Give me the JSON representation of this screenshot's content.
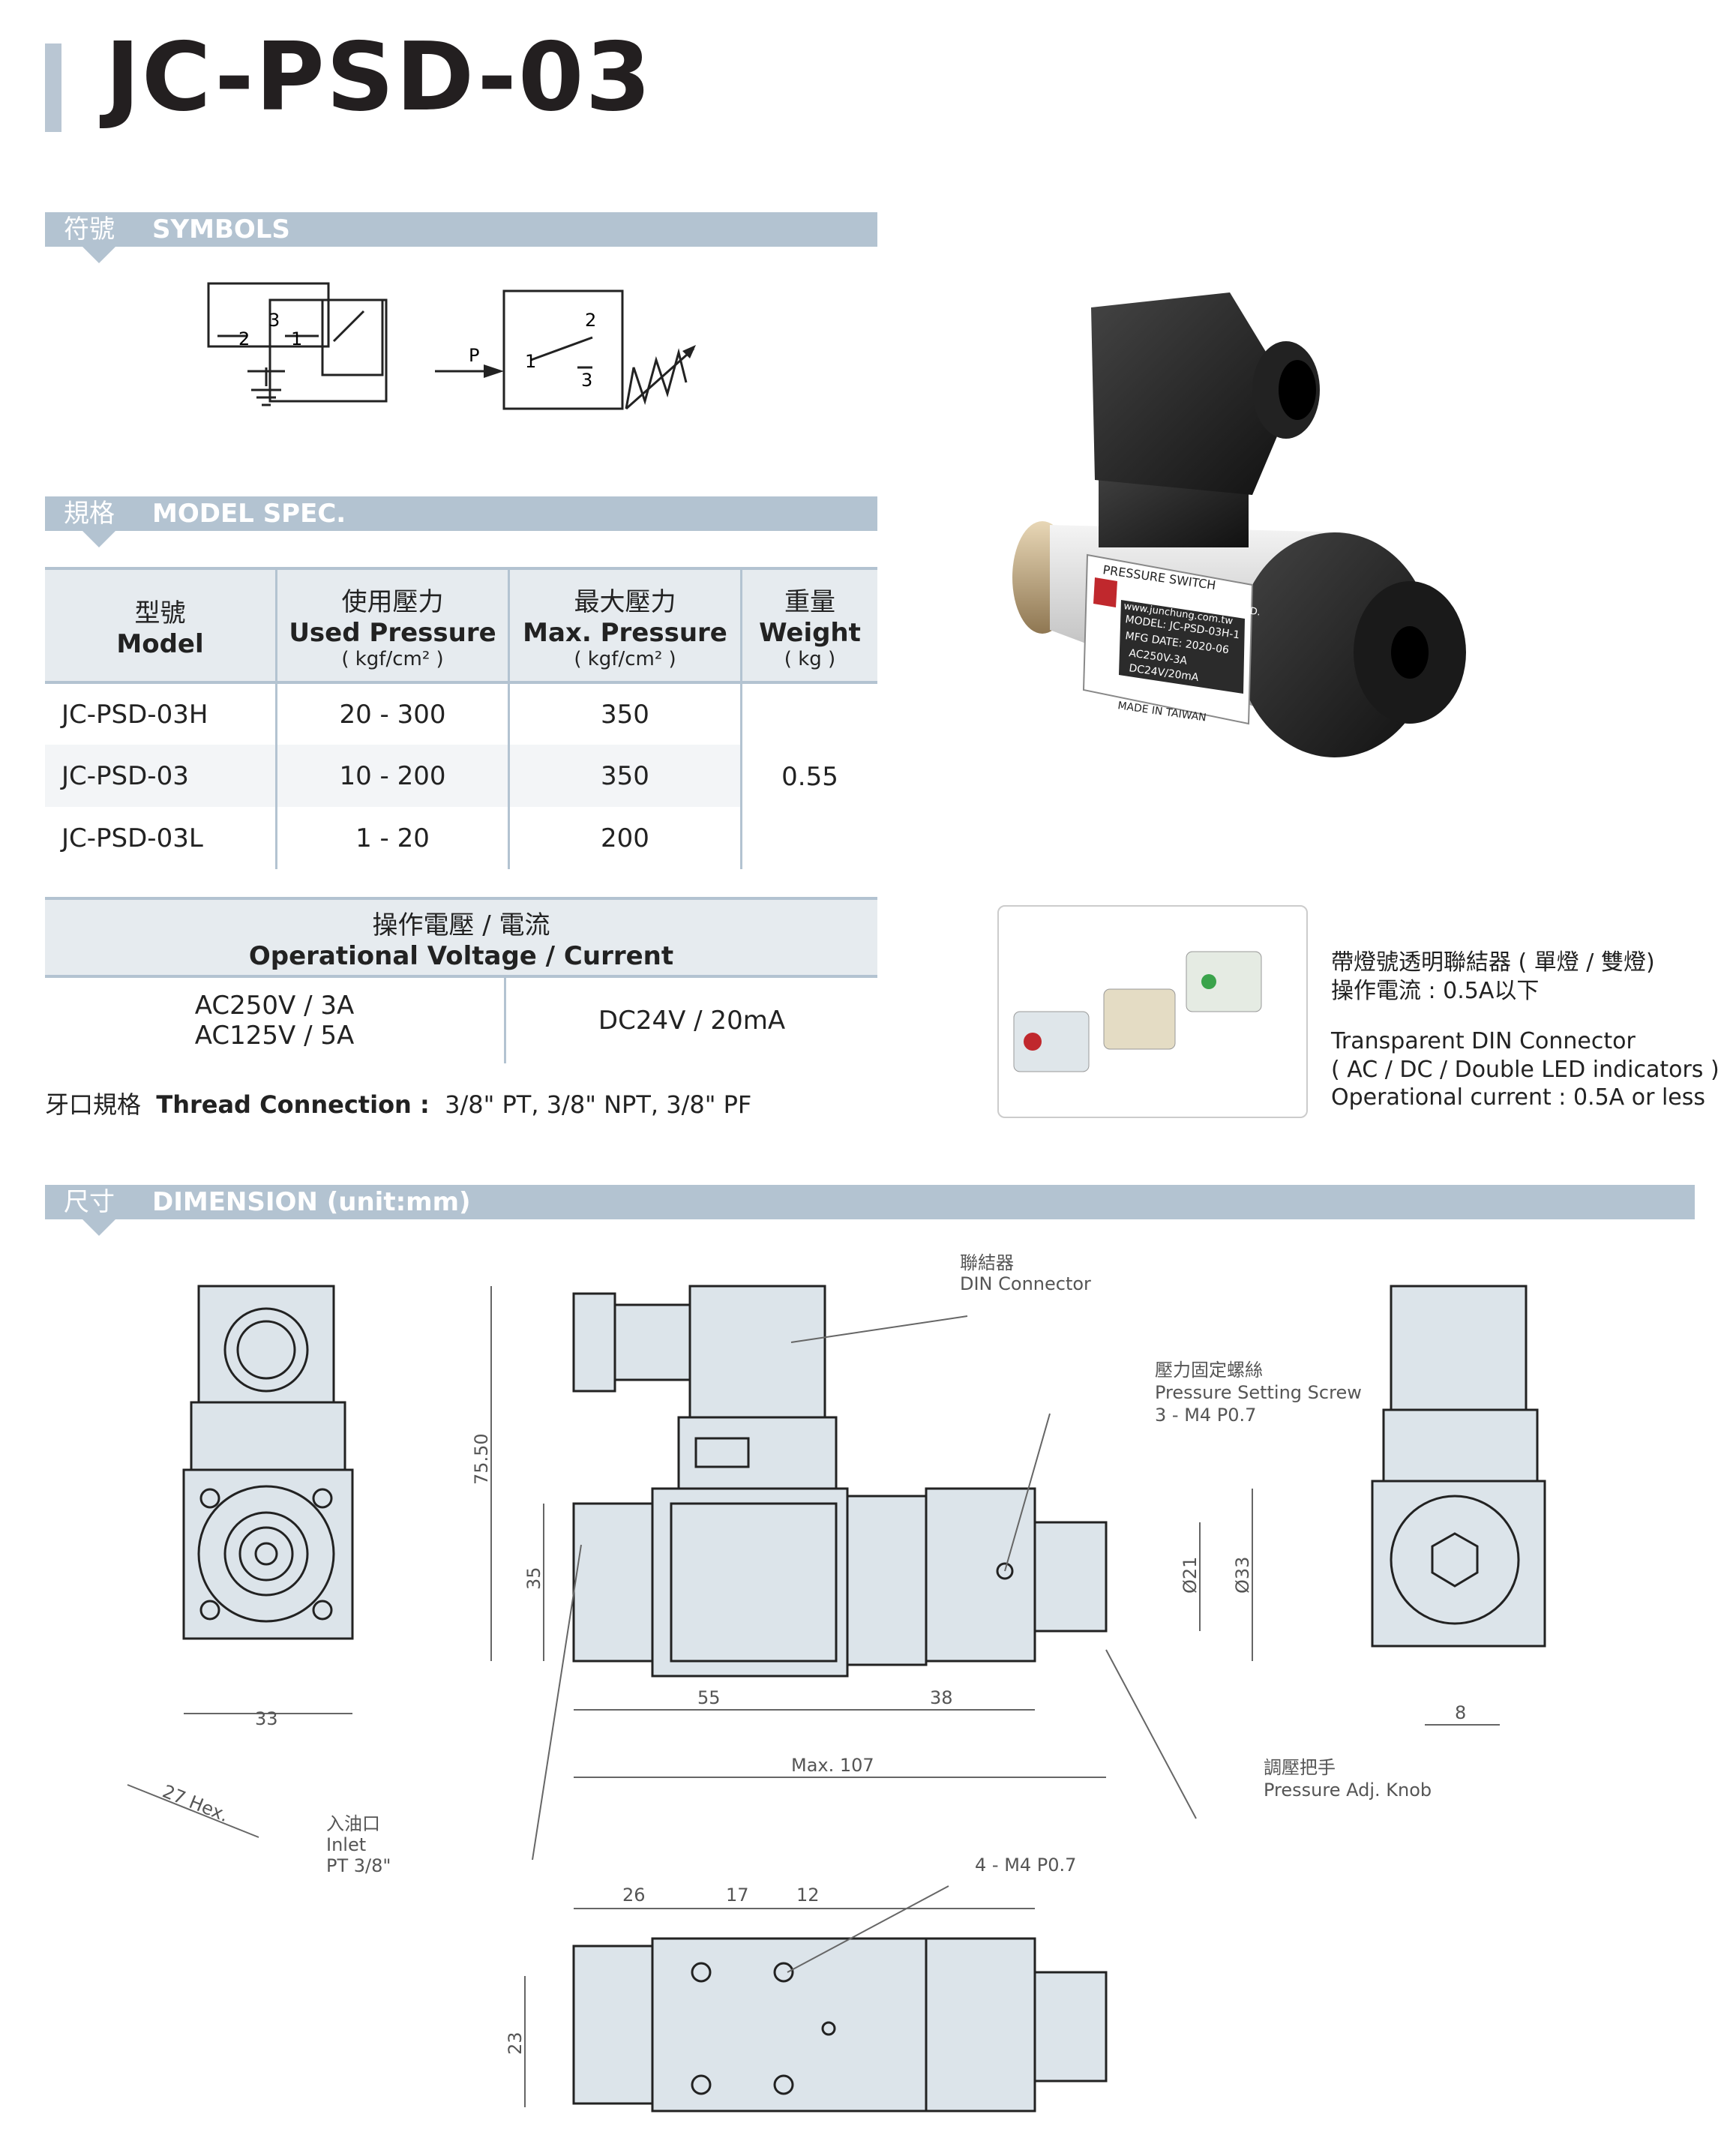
{
  "title": "JC-PSD-03",
  "sections": {
    "symbols": {
      "cn": "符號",
      "en": "SYMBOLS"
    },
    "model_spec": {
      "cn": "規格",
      "en": "MODEL SPEC."
    },
    "dimension": {
      "cn": "尺寸",
      "en": "DIMENSION (unit:mm)"
    }
  },
  "symbol_labels": {
    "t3": "3",
    "t2": "2",
    "t1": "1",
    "p": "P",
    "s1": "1",
    "s2": "2",
    "s3": "3"
  },
  "spec_table": {
    "headers": [
      {
        "cn": "型號",
        "en": "Model",
        "unit": ""
      },
      {
        "cn": "使用壓力",
        "en": "Used Pressure",
        "unit": "( kgf/cm² )"
      },
      {
        "cn": "最大壓力",
        "en": "Max. Pressure",
        "unit": "( kgf/cm² )"
      },
      {
        "cn": "重量",
        "en": "Weight",
        "unit": "( kg )"
      }
    ],
    "rows": [
      {
        "model": "JC-PSD-03H",
        "used": "20 - 300",
        "max": "350"
      },
      {
        "model": "JC-PSD-03",
        "used": "10 - 200",
        "max": "350"
      },
      {
        "model": "JC-PSD-03L",
        "used": "1 - 20",
        "max": "200"
      }
    ],
    "weight": "0.55"
  },
  "voltage_table": {
    "header_cn": "操作電壓 / 電流",
    "header_en": "Operational Voltage / Current",
    "ac_line1": "AC250V / 3A",
    "ac_line2": "AC125V / 5A",
    "dc": "DC24V / 20mA"
  },
  "thread": {
    "cn": "牙口規格",
    "en": "Thread Connection :",
    "value": "3/8\" PT,  3/8\" NPT,  3/8\" PF"
  },
  "product_label": {
    "l1": "PRESSURE  SWITCH",
    "l2": "JUN CHUNG SHING CO., LTD.",
    "l3": "www.junchung.com.tw",
    "l4": "MODEL: JC-PSD-03H-1",
    "l5": "MFG  DATE:  2020-06",
    "l6": "AC250V-3A",
    "l7": "DC24V/20mA",
    "l8": "MADE IN TAIWAN"
  },
  "connector_note": {
    "cn1": "帶燈號透明聯結器 ( 單燈 / 雙燈)",
    "cn2": "操作電流 : 0.5A以下",
    "en1": "Transparent DIN Connector",
    "en2": "( AC / DC / Double LED indicators )",
    "en3": "Operational current : 0.5A or less"
  },
  "dimension_labels": {
    "din_cn": "聯結器",
    "din_en": "DIN Connector",
    "screw_cn": "壓力固定螺絲",
    "screw_en": "Pressure Setting Screw",
    "screw_spec": "3 - M4 P0.7",
    "knob_cn": "調壓把手",
    "knob_en": "Pressure Adj. Knob",
    "inlet_cn": "入油口",
    "inlet_en": "Inlet",
    "inlet_spec": "PT 3/8\"",
    "hex": "27 Hex.",
    "d33w": "33",
    "d7550": "75.50",
    "d35": "35",
    "d55": "55",
    "d38": "38",
    "dmax": "Max. 107",
    "d21": "Ø21",
    "d33dia": "Ø33",
    "d8": "8",
    "d26": "26",
    "d17": "17",
    "d12": "12",
    "d23": "23",
    "m4": "4 - M4 P0.7"
  },
  "colors": {
    "accent": "#b3c3d1",
    "header_bg": "#e6ebef",
    "drawing_fill": "#dce4ea"
  }
}
